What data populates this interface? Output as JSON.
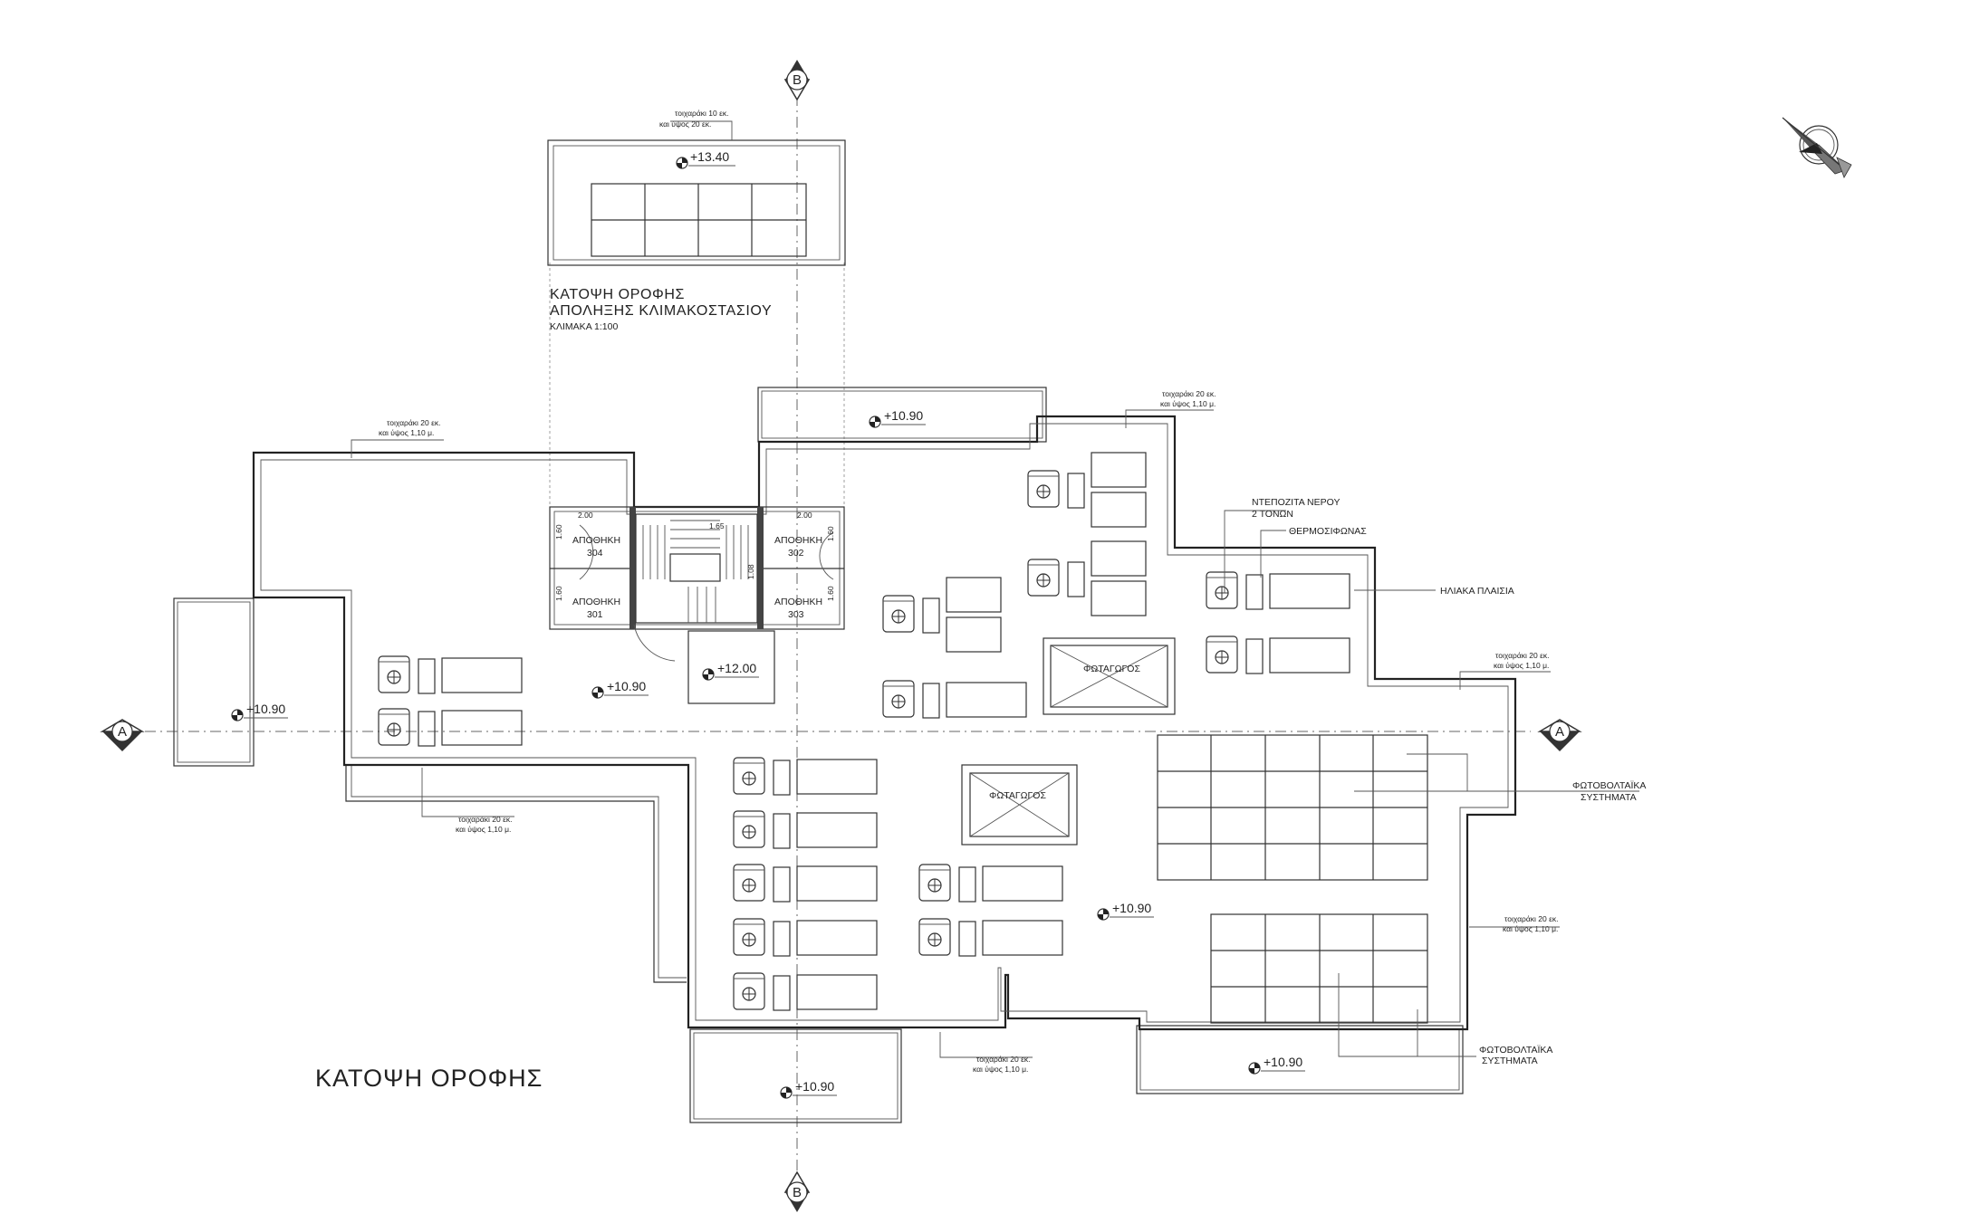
{
  "drawing": {
    "main_title": "ΚΑΤΟΨΗ ΟΡΟΦΗΣ",
    "stair_roof": {
      "title_line1": "ΚΑΤΟΨΗ ΟΡΟΦΗΣ",
      "title_line2": "ΑΠΟΛΗΞΗΣ ΚΛΙΜΑΚΟΣΤΑΣΙΟΥ",
      "scale": "ΚΛΙΜΑΚΑ   1:100",
      "level": "+13.40",
      "note_line1": "τοιχαράκι 10 εκ.",
      "note_line2": "και ύψος 20 εκ."
    },
    "levels": {
      "top_roof": "+10.90",
      "left_roof": "+10.90",
      "stair_landing": "+10.90",
      "stair_head": "+12.00",
      "center": "+10.90",
      "bottom_left": "+10.90",
      "bottom_right": "+10.90"
    },
    "parapet_note": {
      "line1": "τοιχαράκι 20 εκ.",
      "line2": "και ύψος 1,10 μ."
    },
    "storage": [
      {
        "label": "ΑΠΟΘΗΚΗ",
        "number": "304"
      },
      {
        "label": "ΑΠΟΘΗΚΗ",
        "number": "302"
      },
      {
        "label": "ΑΠΟΘΗΚΗ",
        "number": "301"
      },
      {
        "label": "ΑΠΟΘΗΚΗ",
        "number": "303"
      }
    ],
    "dimensions": {
      "d200a": "2.00",
      "d200b": "2.00",
      "d165": "1.65",
      "d160a": "1.60",
      "d160b": "1.60",
      "d160c": "1.60",
      "d160d": "1.60",
      "d108": "1.08"
    },
    "skylights": [
      "ΦΩΤΑΓΩΓΟΣ",
      "ΦΩΤΑΓΩΓΟΣ"
    ],
    "labels": {
      "water_tank_line1": "ΝΤΕΠΟΖΙΤΑ ΝΕΡΟΥ",
      "water_tank_line2": "2 ΤΟΝΩΝ",
      "water_heater": "ΘΕΡΜΟΣΙΦΩΝΑΣ",
      "solar_panels": "ΗΛΙΑΚΑ ΠΛΑΙΣΙΑ",
      "pv1_line1": "ΦΩΤΟΒΟΛΤΑΪΚΑ",
      "pv1_line2": "ΣΥΣΤΗΜΑΤΑ",
      "pv2_line1": "ΦΩΤΟΒΟΛΤΑΪΚΑ",
      "pv2_line2": "ΣΥΣΤΗΜΑΤΑ"
    },
    "section_markers": {
      "a_left": "A",
      "a_right": "A",
      "b_top": "B",
      "b_bottom": "B"
    }
  }
}
